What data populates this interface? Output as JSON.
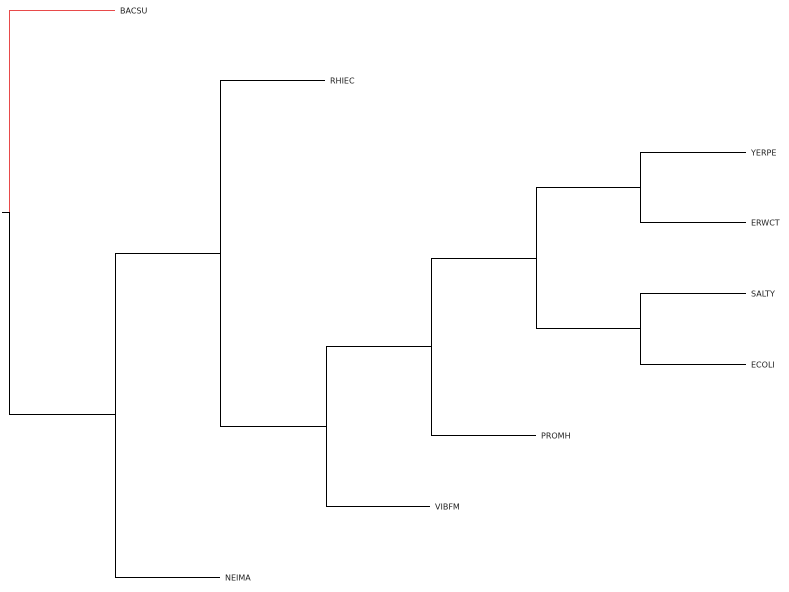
{
  "tree": {
    "highlight_color": "#e84a4a",
    "branch_color": "#000000",
    "leaves": [
      {
        "id": "bacsu",
        "label": "BACSU",
        "highlighted": true
      },
      {
        "id": "rhiec",
        "label": "RHIEC"
      },
      {
        "id": "yerpe",
        "label": "YERPE"
      },
      {
        "id": "erwct",
        "label": "ERWCT"
      },
      {
        "id": "salty",
        "label": "SALTY"
      },
      {
        "id": "ecoli",
        "label": "ECOLI"
      },
      {
        "id": "promh",
        "label": "PROMH"
      },
      {
        "id": "vibfm",
        "label": "VIBFM"
      },
      {
        "id": "neima",
        "label": "NEIMA"
      }
    ]
  }
}
